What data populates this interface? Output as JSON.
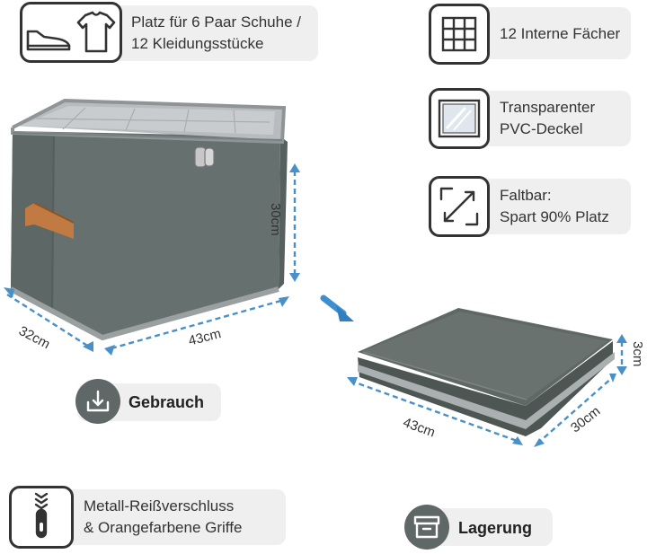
{
  "features": {
    "capacity": {
      "line1": "Platz für 6 Paar Schuhe /",
      "line2": "12 Kleidungsstücke",
      "icons": [
        "shoe-icon",
        "tshirt-icon"
      ]
    },
    "compartments": {
      "text": "12 Interne Fächer",
      "icon": "grid-icon"
    },
    "lid": {
      "line1": "Transparenter",
      "line2": "PVC-Deckel",
      "icon": "window-icon"
    },
    "foldable": {
      "line1": "Faltbar:",
      "line2": "Spart 90% Platz",
      "icon": "expand-arrows-icon"
    },
    "zipper": {
      "line1": "Metall-Reißverschluss",
      "line2": "& Orangefarbene Griffe",
      "icon": "zipper-icon"
    }
  },
  "usage": {
    "label": "Gebrauch",
    "icon": "download-tray-icon"
  },
  "storage": {
    "label": "Lagerung",
    "icon": "archive-box-icon"
  },
  "dimensions_open": {
    "width": "43cm",
    "depth": "32cm",
    "height": "30cm"
  },
  "dimensions_folded": {
    "width": "43cm",
    "depth": "30cm",
    "height": "3cm"
  },
  "colors": {
    "fabric": "#66706e",
    "accent_blue": "#4a90c8",
    "handle": "#c07a42",
    "pill_bg": "#efefef"
  }
}
